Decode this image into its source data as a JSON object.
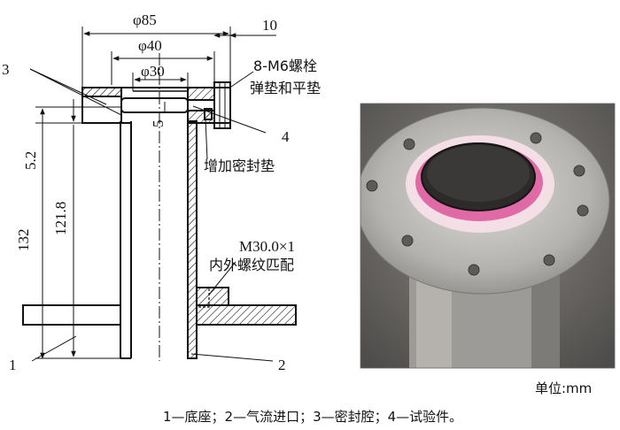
{
  "dimensions": {
    "d85": "φ85",
    "d40": "φ40",
    "d30": "φ30",
    "w10": "10",
    "h5": "5",
    "h5_2": "5.2",
    "h132": "132",
    "h121_8": "121.8"
  },
  "annotations": {
    "bolts_line1": "8-M6螺栓",
    "bolts_line2": "弹垫和平垫",
    "added_gasket": "增加密封垫",
    "thread_line1": "M30.0×1",
    "thread_line2": "内外螺纹匹配"
  },
  "part_numbers": {
    "n1": "1",
    "n2": "2",
    "n3": "3",
    "n4": "4"
  },
  "unit_label": "单位:mm",
  "caption": "1—底座；2—气流进口；3—密封腔；4—试验件。",
  "colors": {
    "line": "#111111",
    "photo_bg": "#6e6c6a",
    "flange": "#b9b8b5",
    "seal": "#e06aa5",
    "specimen": "#2c2b29"
  }
}
